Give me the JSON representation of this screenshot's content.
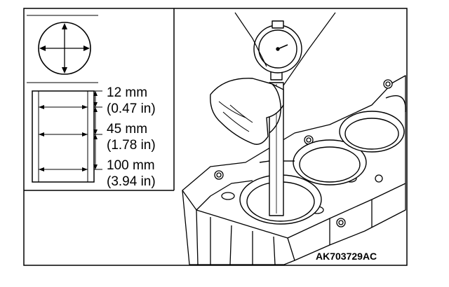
{
  "inset": {
    "measurements": [
      {
        "metric": "12 mm",
        "imperial": "(0.47 in)"
      },
      {
        "metric": "45 mm",
        "imperial": "(1.78 in)"
      },
      {
        "metric": "100 mm",
        "imperial": "(3.94 in)"
      }
    ]
  },
  "figure_code": "AK703729AC",
  "icons": {
    "cross_section": "bore-cross-section-icon",
    "gauge": "cylinder-bore-gauge-icon"
  }
}
